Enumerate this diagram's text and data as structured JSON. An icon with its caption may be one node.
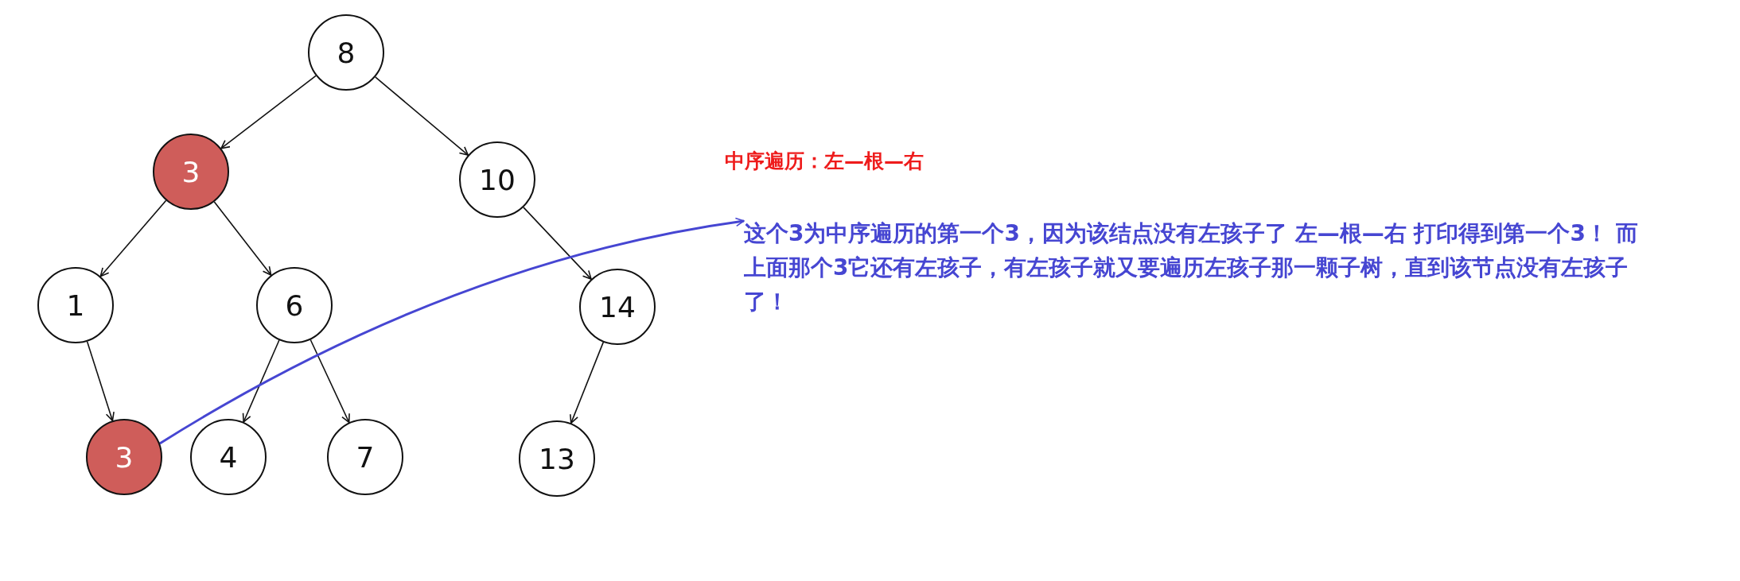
{
  "diagram": {
    "nodes": [
      {
        "text": [
          "8"
        ]
      },
      {
        "text": [
          "3"
        ]
      },
      {
        "text": [
          "10"
        ]
      },
      {
        "text": [
          "1"
        ]
      },
      {
        "text": [
          "6"
        ]
      },
      {
        "text": [
          "14"
        ]
      },
      {
        "text": [
          "3"
        ]
      },
      {
        "text": [
          "4"
        ]
      },
      {
        "text": [
          "7"
        ]
      },
      {
        "text": [
          "13"
        ]
      },
      {
        "text": [
          "这个3为中序遍历的第一个3，因为该结点没有左孩子了  左—根—右 打印得到第一个3！ 而上面那个3它还有左孩子，有左孩子就又要遍历左孩子那一颗子树，直到该节点没有左孩子了！"
        ]
      }
    ],
    "edges": [
      {
        "from": 0,
        "to": 1,
        "arrow": "to"
      },
      {
        "from": 0,
        "to": 2,
        "arrow": "to"
      },
      {
        "from": 1,
        "to": 3,
        "arrow": "to"
      },
      {
        "from": 1,
        "to": 4,
        "arrow": "to"
      },
      {
        "from": 2,
        "to": 5,
        "arrow": "to"
      },
      {
        "from": 3,
        "to": 6,
        "arrow": "to"
      },
      {
        "from": 4,
        "to": 7,
        "arrow": "to"
      },
      {
        "from": 4,
        "to": 8,
        "arrow": "to"
      },
      {
        "from": 5,
        "to": 9,
        "arrow": "to"
      },
      {
        "from": 6,
        "to": 10,
        "arrow": "to",
        "color": "#4646d2"
      }
    ],
    "labels": [
      "中序遍历：左—根—右"
    ]
  }
}
